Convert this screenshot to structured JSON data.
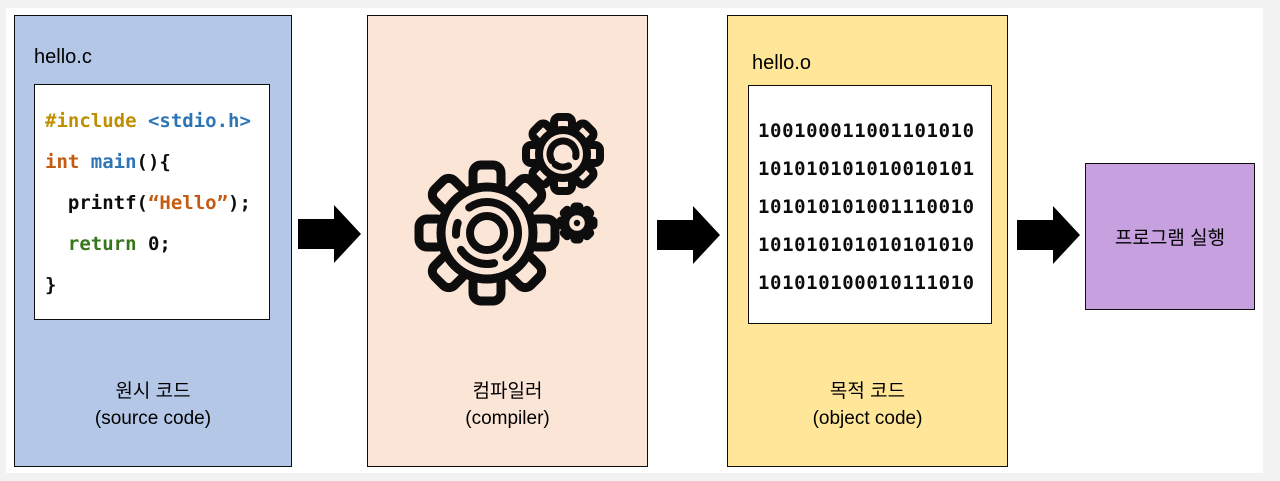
{
  "source_box": {
    "title": "hello.c",
    "code_tokens": [
      [
        "#include ",
        "<stdio.h>"
      ],
      [
        "int ",
        "main",
        "(){"
      ],
      [
        "  printf(",
        "“Hello”",
        ");"
      ],
      [
        "  return ",
        "0;"
      ],
      [
        "}"
      ]
    ],
    "label_ko": "원시 코드",
    "label_en": "(source code)"
  },
  "compiler_box": {
    "label_ko": "컴파일러",
    "label_en": "(compiler)",
    "icon": "gears-icon"
  },
  "object_box": {
    "title": "hello.o",
    "binary_lines": [
      "100100011001101010",
      "101010101010010101",
      "101010101001110010",
      "101010101010101010",
      "101010100010111010"
    ],
    "label_ko": "목적 코드",
    "label_en": "(object code)"
  },
  "run_box": {
    "label": "프로그램 실행"
  },
  "colors": {
    "source_fill": "#b4c7e7",
    "compiler_fill": "#fbe5d6",
    "object_fill": "#ffe699",
    "run_fill": "#c7a0e0",
    "syntax_gold": "#bf8f00",
    "syntax_blue": "#2e75b6",
    "syntax_orange": "#c55a11",
    "syntax_green": "#38761d",
    "arrow": "#000000"
  }
}
